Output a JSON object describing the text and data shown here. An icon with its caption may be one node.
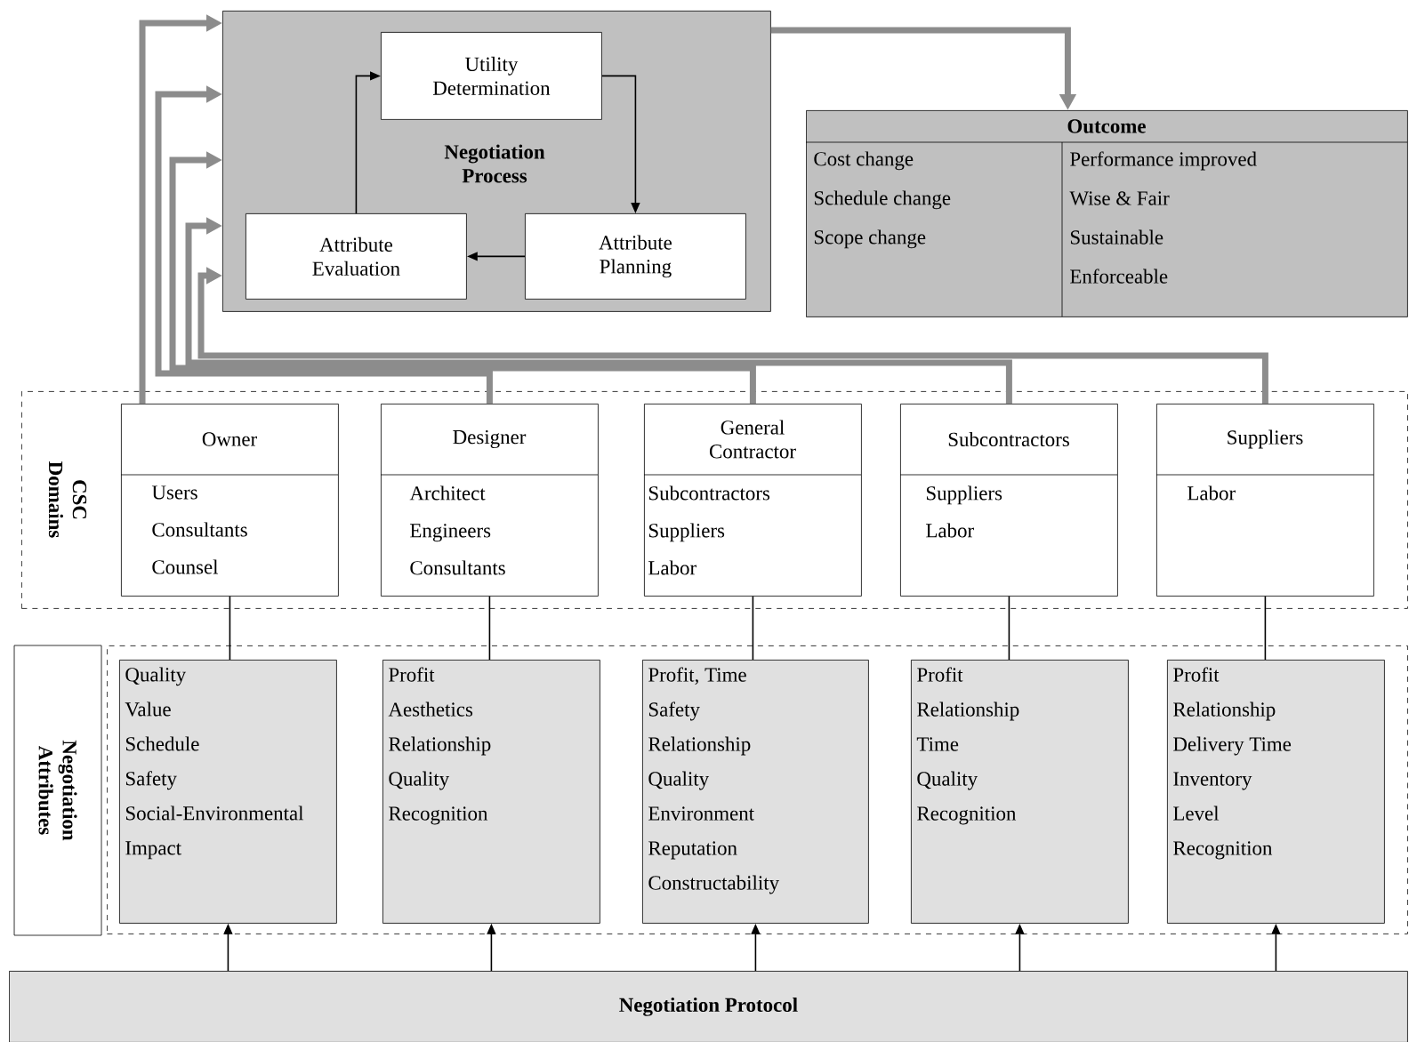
{
  "diagram": {
    "nodes": [
      {
        "text": [
          "Negotiation Process"
        ]
      },
      {
        "text": [
          "Utility Determination"
        ],
        "in": 0
      },
      {
        "text": [
          "Attribute Planning"
        ],
        "in": 0
      },
      {
        "text": [
          "Attribute Evaluation"
        ],
        "in": 0
      },
      {
        "text": [
          "Outcome",
          "Cost change",
          "Schedule change",
          "Scope change",
          "Performance improved",
          "Wise & Fair",
          "Sustainable",
          "Enforceable"
        ]
      },
      {
        "text": [
          "CSC Domains"
        ]
      },
      {
        "text": [
          "Owner",
          "Users",
          "Consultants",
          "Counsel"
        ],
        "in": 5
      },
      {
        "text": [
          "Designer",
          "Architect",
          "Engineers",
          "Consultants"
        ],
        "in": 5
      },
      {
        "text": [
          "General Contractor",
          "Subcontractors",
          "Suppliers",
          "Labor"
        ],
        "in": 5
      },
      {
        "text": [
          "Subcontractors",
          "Suppliers",
          "Labor"
        ],
        "in": 5
      },
      {
        "text": [
          "Suppliers",
          "Labor"
        ],
        "in": 5
      },
      {
        "text": [
          "Negotiation Attributes"
        ]
      },
      {
        "text": [],
        "shape": "box"
      },
      {
        "text": [
          "Quality",
          "Value",
          "Schedule",
          "Safety",
          "Social-Environmental Impact"
        ],
        "in": 12
      },
      {
        "text": [
          "Profit",
          "Aesthetics",
          "Relationship",
          "Quality",
          "Recognition"
        ],
        "in": 12
      },
      {
        "text": [
          "Profit, Time",
          "Safety",
          "Relationship",
          "Quality",
          "Environment",
          "Reputation",
          "Constructability"
        ],
        "in": 12
      },
      {
        "text": [
          "Profit",
          "Relationship",
          "Time",
          "Quality",
          "Recognition"
        ],
        "in": 12
      },
      {
        "text": [
          "Profit",
          "Relationship",
          "Delivery Time",
          "Inventory",
          "Level",
          "Recognition"
        ],
        "in": 12
      },
      {
        "text": [
          "Negotiation Protocol"
        ]
      }
    ],
    "edges": [
      {
        "from": 1,
        "to": 2,
        "arrow": "to"
      },
      {
        "from": 2,
        "to": 3,
        "arrow": "to"
      },
      {
        "from": 3,
        "to": 1,
        "arrow": "to"
      },
      {
        "from": 0,
        "to": 4,
        "arrow": "to",
        "style": "thick",
        "color": "#8c8c8c"
      },
      {
        "from": 6,
        "to": 0,
        "arrow": "to",
        "style": "thick",
        "color": "#8c8c8c"
      },
      {
        "from": 7,
        "to": 0,
        "arrow": "to",
        "style": "thick",
        "color": "#8c8c8c"
      },
      {
        "from": 8,
        "to": 0,
        "arrow": "to",
        "style": "thick",
        "color": "#8c8c8c"
      },
      {
        "from": 9,
        "to": 0,
        "arrow": "to",
        "style": "thick",
        "color": "#8c8c8c"
      },
      {
        "from": 10,
        "to": 0,
        "arrow": "to",
        "style": "thick",
        "color": "#8c8c8c"
      },
      {
        "from": 6,
        "to": 13,
        "arrow": "none"
      },
      {
        "from": 7,
        "to": 14,
        "arrow": "none"
      },
      {
        "from": 8,
        "to": 15,
        "arrow": "none"
      },
      {
        "from": 9,
        "to": 16,
        "arrow": "none"
      },
      {
        "from": 10,
        "to": 17,
        "arrow": "none"
      },
      {
        "from": 18,
        "to": 13,
        "arrow": "to"
      },
      {
        "from": 18,
        "to": 14,
        "arrow": "to"
      },
      {
        "from": 18,
        "to": 15,
        "arrow": "to"
      },
      {
        "from": 18,
        "to": 16,
        "arrow": "to"
      },
      {
        "from": 18,
        "to": 17,
        "arrow": "to"
      }
    ]
  }
}
